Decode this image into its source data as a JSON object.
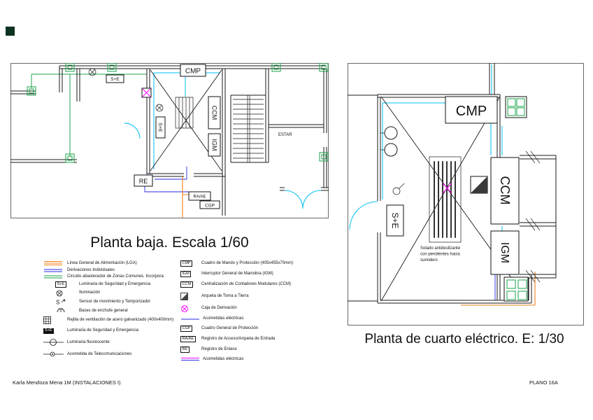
{
  "colors": {
    "wall_black": "#1a1a1a",
    "lga_orange": "#f08019",
    "circuit_cyan": "#00bff3",
    "common_green": "#1aa34a",
    "derivation_blue": "#2a2ae0",
    "magenta": "#ff00ff",
    "corner_mark": "#0d3321"
  },
  "icons": {
    "lga-lines-icon": "triple-orange-lines",
    "di-lines-icon": "double-blue-lines",
    "zc-lines-icon": "double-green-lines",
    "lamp-icon": "circle-with-cross",
    "sensor-icon": "letter-S-with-arrow",
    "socket-icon": "semicircle-socket",
    "grille-icon": "grid-square",
    "fluorescent-icon": "line-circle-line",
    "telecom-icon": "circle-on-line",
    "arqueta-icon": "half-filled-square",
    "derivation-box-icon": "magenta-circle-x",
    "acometida-line-icon": "blue-line",
    "acometidas-lines-icon": "magenta-and-blue-lines"
  },
  "left_plan": {
    "title": "Planta baja. Escala 1/60",
    "labels": {
      "cmp": "CMP",
      "ccm": "CCM",
      "igm": "IGM",
      "se_box": "S+E",
      "se_wall": "S+E",
      "re": "RE",
      "raae": "RA/AE",
      "cgp": "CGP",
      "estar": "ESTAR"
    }
  },
  "right_plan": {
    "title": "Planta de cuarto eléctrico. E: 1/30",
    "labels": {
      "cmp": "CMP",
      "ccm": "CCM",
      "igm": "IGM",
      "se": "S+E"
    },
    "note_lines": [
      "Solado antideslizante",
      "con pendientes hacia",
      "sumidero"
    ]
  },
  "legend": {
    "left": [
      {
        "label": "Línea General de Alimentación (LGA)"
      },
      {
        "label": "Derivaciones Individuales"
      },
      {
        "label": "Circuito abastecedor de Zonas Comunes. Incorpora:"
      },
      {
        "sym": "S+E",
        "label": "Luminaria de Seguridad y Emergencia"
      },
      {
        "label": "Iluminación"
      },
      {
        "sym": "S",
        "label": "Sensor de movimiento y Temporizador"
      },
      {
        "label": "Bases de enchufe general"
      },
      {
        "label": "Rejilla de ventilación de acero galvanizado (400x400mm)"
      },
      {
        "sym": "S+E",
        "label": "Luminaria de Seguridad y Emergencia"
      },
      {
        "label": "Luminaria fluorescente"
      },
      {
        "label": "Acometida de Telecomunicaciones"
      }
    ],
    "right": [
      {
        "sym": "CMP",
        "label": "Cuadro de Mando y Protección (405x455x70mm)"
      },
      {
        "sym": "IGM",
        "label": "Interruptor General de Maniobra (IGM)"
      },
      {
        "sym": "CCM",
        "label": "Centralización de Contadores Modulares (CCM)"
      },
      {
        "label": "Arqueta de Toma a Tierra"
      },
      {
        "label": "Caja de Derivación"
      },
      {
        "label": "Acometidas eléctricas"
      },
      {
        "sym": "CGP",
        "label": "Cuadro General de Protección"
      },
      {
        "sym": "RA/AE",
        "label": "Registro de Acceso/Arqueta de Entrada"
      },
      {
        "sym": "RE",
        "label": "Registro de Enlace"
      },
      {
        "label": "Acometidas eléctricas"
      }
    ]
  },
  "footer": {
    "author": "Karla Mendoza Mena 1M (INSTALACIONES I)",
    "plan": "PLANO 16A"
  }
}
